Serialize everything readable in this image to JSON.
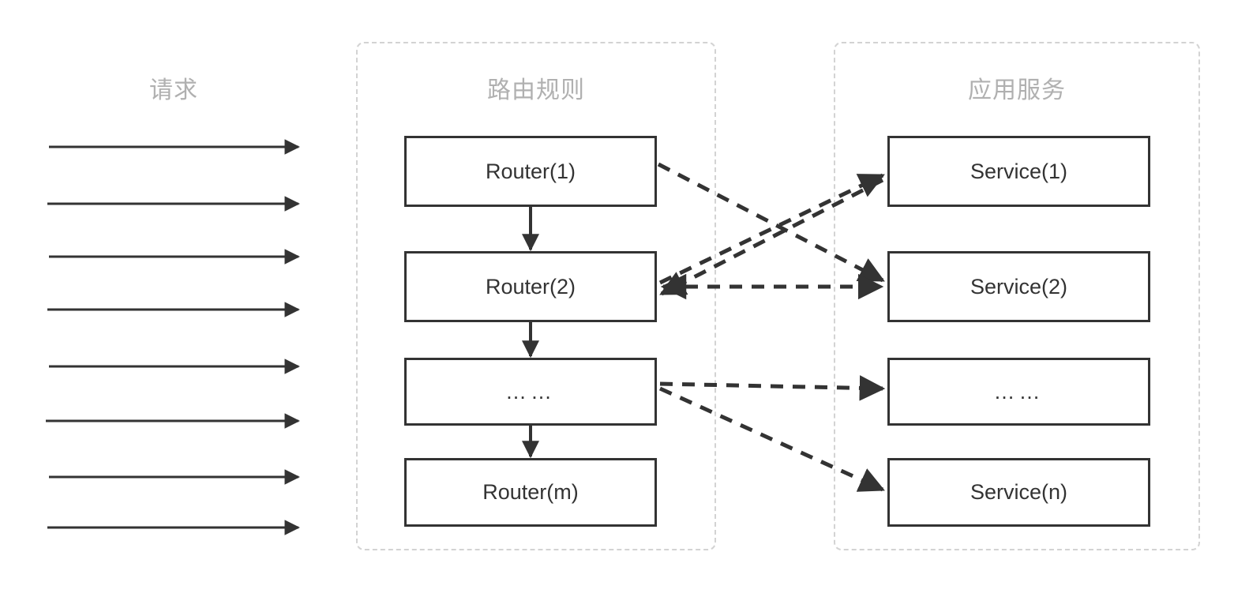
{
  "diagram": {
    "title_request": "请求",
    "title_routers": "路由规则",
    "title_services": "应用服务",
    "colors": {
      "node_border": "#333333",
      "node_text": "#333333",
      "group_border": "#d3d3d3",
      "group_title": "#b0b0b0",
      "arrow": "#333333",
      "background": "#ffffff"
    },
    "request_arrows": {
      "count": 8,
      "label": "请求"
    },
    "routers": [
      {
        "id": "router-1",
        "label": "Router(1)"
      },
      {
        "id": "router-2",
        "label": "Router(2)"
      },
      {
        "id": "router-ellipsis",
        "label": "……"
      },
      {
        "id": "router-m",
        "label": "Router(m)"
      }
    ],
    "services": [
      {
        "id": "service-1",
        "label": "Service(1)"
      },
      {
        "id": "service-2",
        "label": "Service(2)"
      },
      {
        "id": "service-ellipsis",
        "label": "……"
      },
      {
        "id": "service-n",
        "label": "Service(n)"
      }
    ],
    "router_chain": [
      {
        "from": "Router(1)",
        "to": "Router(2)",
        "style": "solid",
        "direction": "down"
      },
      {
        "from": "Router(2)",
        "to": "……",
        "style": "solid",
        "direction": "down"
      },
      {
        "from": "……",
        "to": "Router(m)",
        "style": "solid",
        "direction": "down"
      }
    ],
    "routing_links": [
      {
        "from": "Router(1)",
        "to": "Service(2)",
        "style": "dashed",
        "direction": "forward"
      },
      {
        "from": "Router(2)",
        "to": "Service(1)",
        "style": "dashed",
        "direction": "forward"
      },
      {
        "from": "Router(2)",
        "to": "Service(2)",
        "style": "dashed",
        "direction": "bidirectional"
      },
      {
        "from": "……",
        "to": "Service(1)",
        "style": "dashed",
        "direction": "backward"
      },
      {
        "from": "……",
        "to": "Service(……)",
        "style": "dashed",
        "direction": "forward"
      },
      {
        "from": "……",
        "to": "Service(n)",
        "style": "dashed",
        "direction": "forward"
      }
    ]
  }
}
